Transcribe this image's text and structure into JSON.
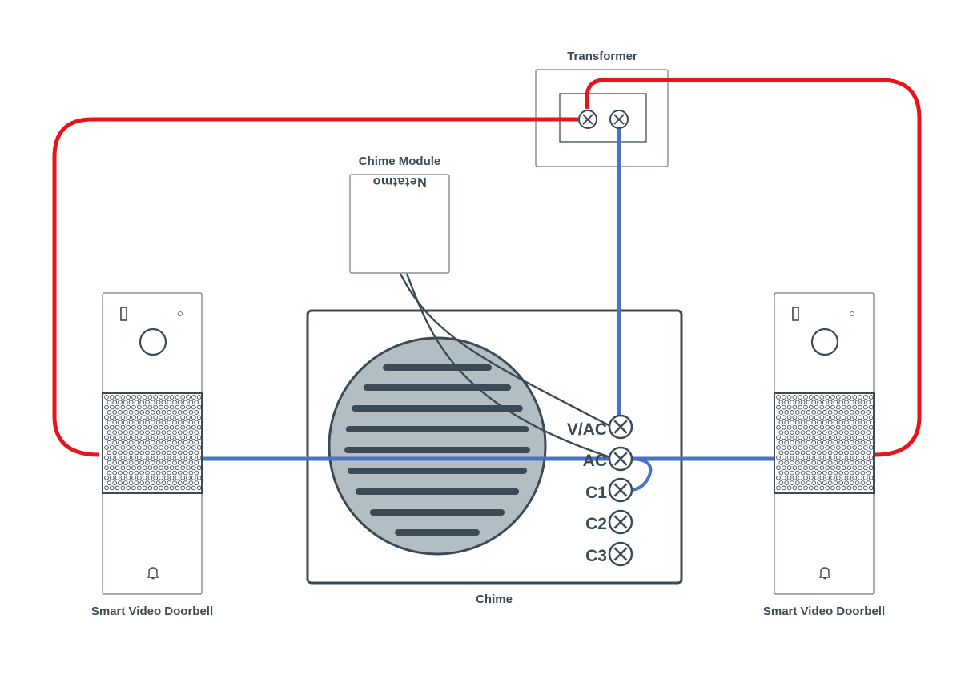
{
  "labels": {
    "transformer": "Transformer",
    "chime_module": "Chime Module",
    "chime": "Chime",
    "doorbell_left": "Smart Video Doorbell",
    "doorbell_right": "Smart Video Doorbell"
  },
  "chime_module": {
    "brand": "Netatmo"
  },
  "terminals": {
    "vac": "V/AC",
    "ac": "AC",
    "c1": "C1",
    "c2": "C2",
    "c3": "C3"
  },
  "colors": {
    "hot_wire": "#e8141b",
    "common_wire": "#4a73c4",
    "module_wire": "#3b4a55",
    "outline": "#3b4a55",
    "speaker_fill": "#b3bec4"
  },
  "icons": {
    "terminal": "x-circle-icon",
    "doorbell_button": "bell-icon",
    "camera": "camera-lens-icon"
  }
}
